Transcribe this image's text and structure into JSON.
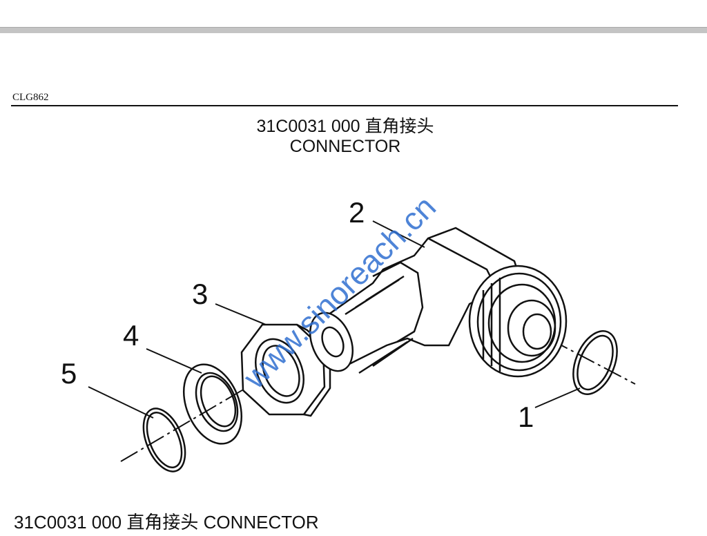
{
  "header": {
    "model_code": "CLG862"
  },
  "title": {
    "line1": "31C0031 000  直角接头",
    "line2": "CONNECTOR"
  },
  "diagram": {
    "callouts": [
      "1",
      "2",
      "3",
      "4",
      "5"
    ],
    "watermark": "www.sinoreach.cn"
  },
  "caption": "31C0031 000  直角接头  CONNECTOR"
}
